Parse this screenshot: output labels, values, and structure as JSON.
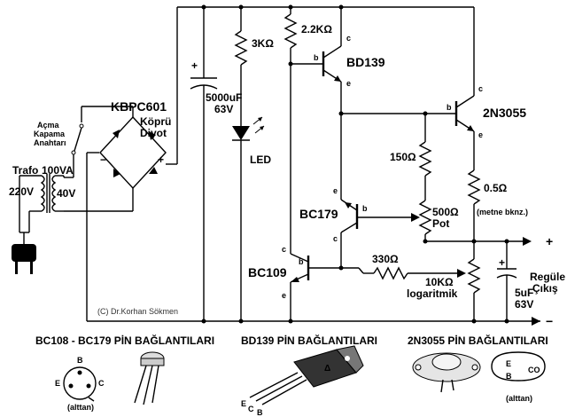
{
  "labels": {
    "kbpc": "KBPC601",
    "kopru": "Köprü",
    "diyot": "Diyot",
    "switch1": "Açma",
    "switch2": "Kapama",
    "switch3": "Anahtarı",
    "trafo": "Trafo",
    "trafo_va": "100VA",
    "v220": "220V",
    "v40": "40V",
    "cap_value": "5000uF",
    "cap_voltage": "63V",
    "r3k": "3KΩ",
    "led": "LED",
    "r22k": "2.2KΩ",
    "bd139": "BD139",
    "n2n3055": "2N3055",
    "r150": "150Ω",
    "r05": "0.5Ω",
    "metne": "(metne bknz.)",
    "bc179": "BC179",
    "pot500": "500Ω",
    "pot": "Pot",
    "r330": "330Ω",
    "r10k": "10KΩ",
    "logaritmik": "logaritmik",
    "bc109": "BC109",
    "cap5u": "5uF",
    "cap5u_v": "63V",
    "regule1": "Regüle",
    "regule2": "Çıkış",
    "copyright": "(C) Dr.Korhan Sökmen",
    "plus": "+",
    "minus": "−",
    "pin_b": "b",
    "pin_c": "c",
    "pin_e": "e",
    "sec1": "BC108 - BC179 PİN BAĞLANTILARI",
    "sec2": "BD139 PİN BAĞLANTILARI",
    "sec3": "2N3055 PİN BAĞLANTILARI",
    "alttan": "(alttan)",
    "alttan2": "(alttan)",
    "pkgB": "B",
    "pkgE": "E",
    "pkgC": "C",
    "bdE": "E",
    "bdC": "C",
    "bdB": "B",
    "n_E": "E",
    "n_B": "B",
    "n_CO": "CO"
  }
}
